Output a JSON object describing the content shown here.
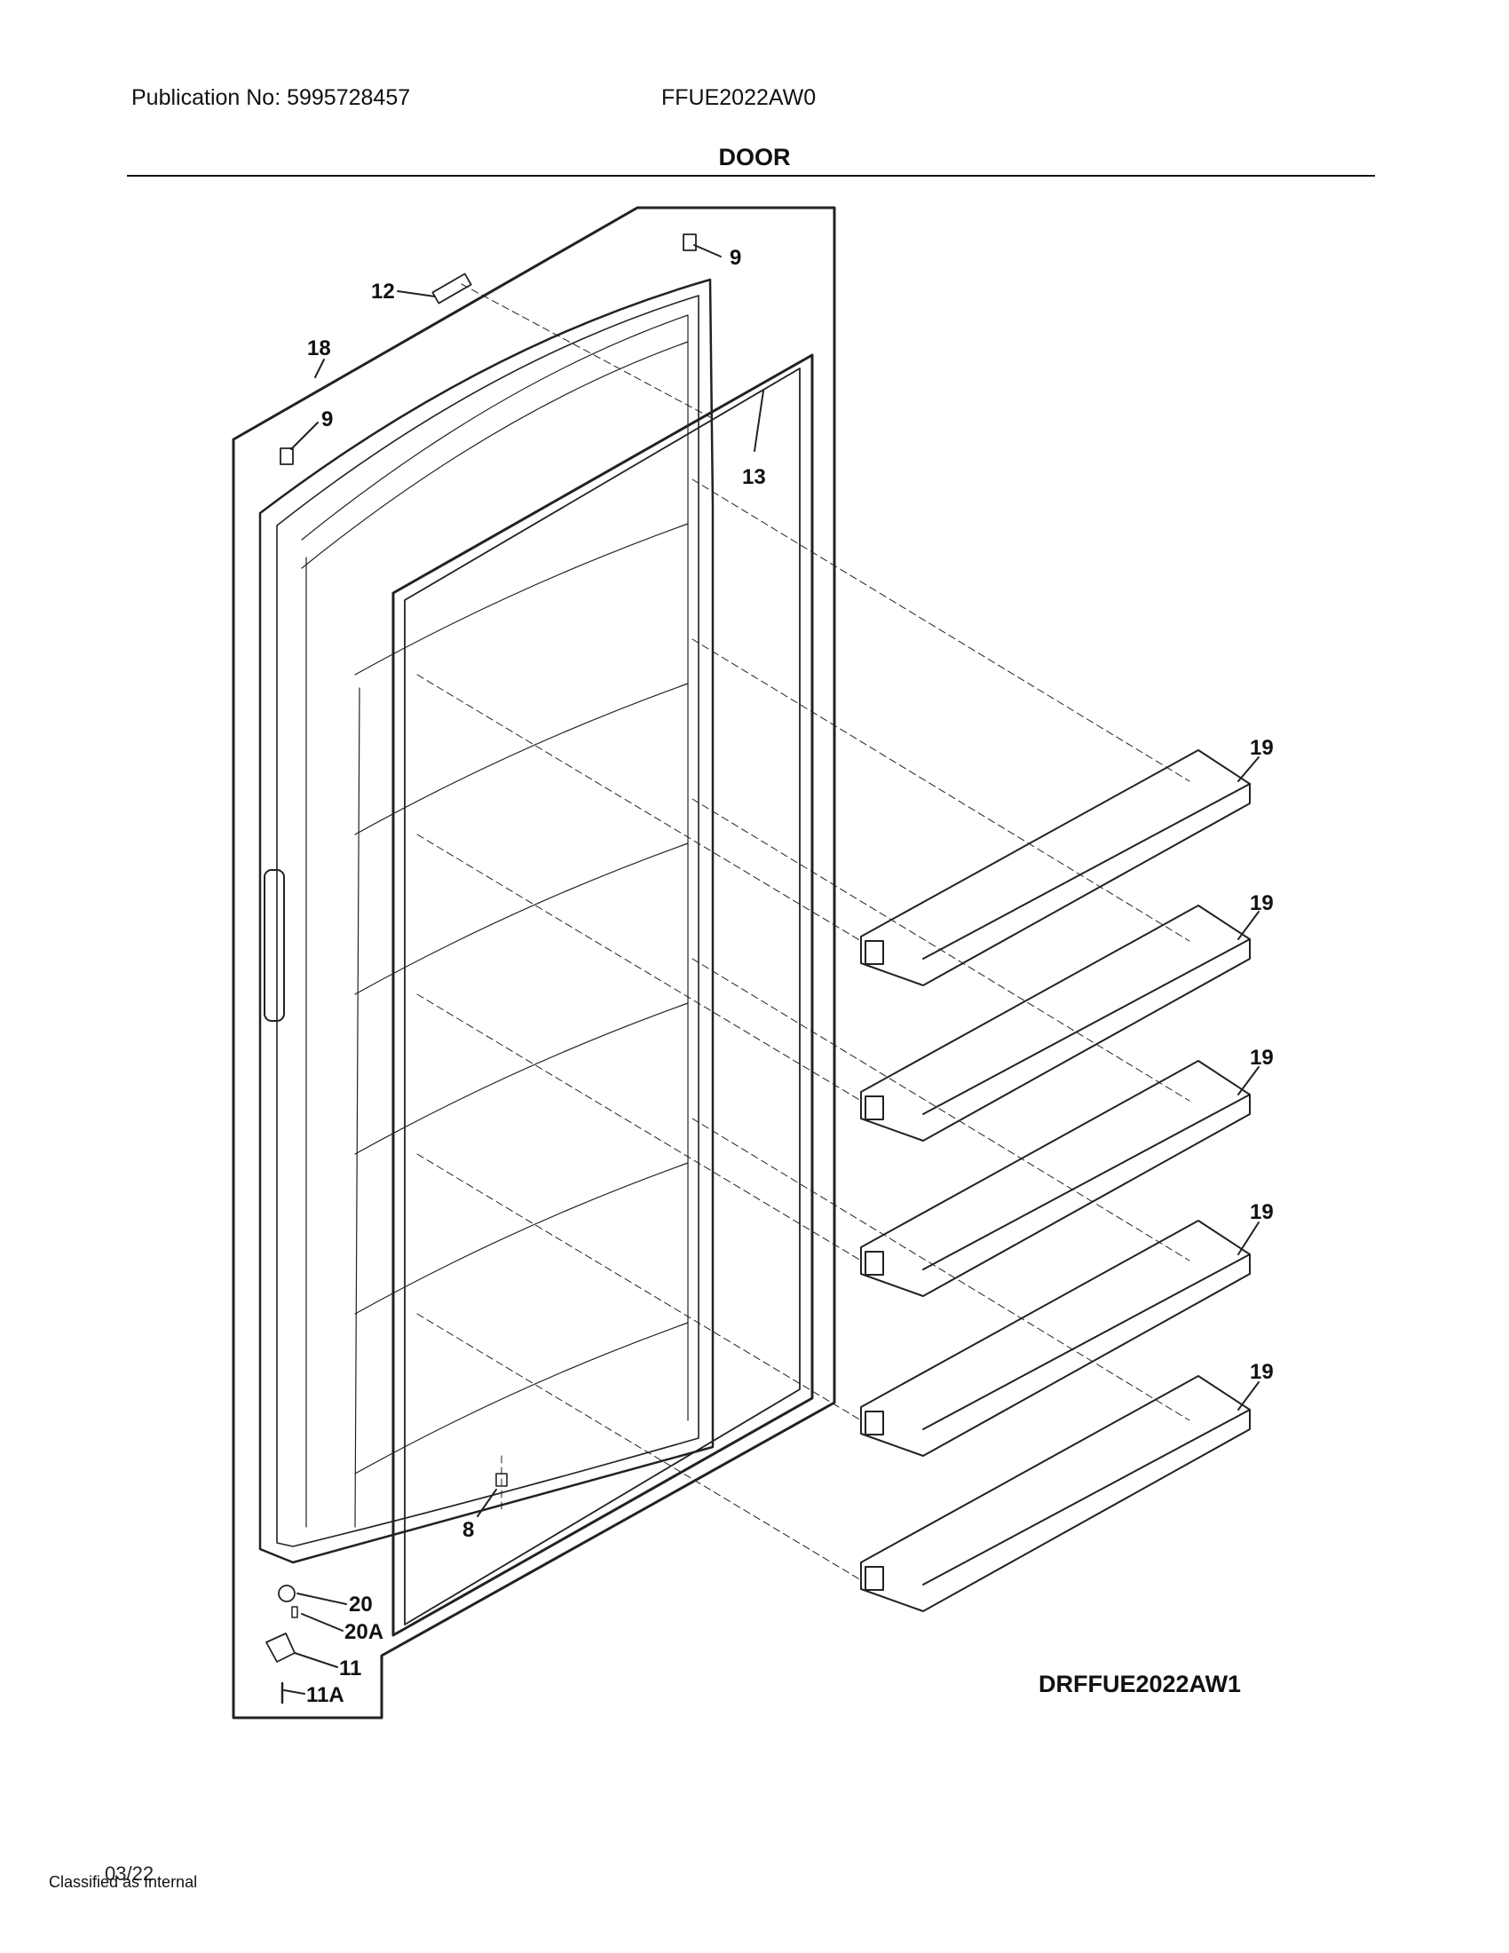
{
  "header": {
    "publication": "Publication No: 5995728457",
    "model": "FFUE2022AW0",
    "section_title": "DOOR"
  },
  "diagram": {
    "callouts": {
      "screw_top_right": "9",
      "screw_top_left": "9",
      "nameplate": "12",
      "door_panel": "18",
      "gasket": "13",
      "bin_1": "19",
      "bin_2": "19",
      "bin_3": "19",
      "bin_4": "19",
      "bin_5": "19",
      "plug": "8",
      "hinge_bushing": "20",
      "hinge_screw": "20A",
      "bottom_hinge": "11",
      "bottom_hinge_screw": "11A"
    },
    "drawing_code": "DRFFUE2022AW1"
  },
  "footer": {
    "date": "03/22",
    "classification": "Classified as Internal"
  }
}
